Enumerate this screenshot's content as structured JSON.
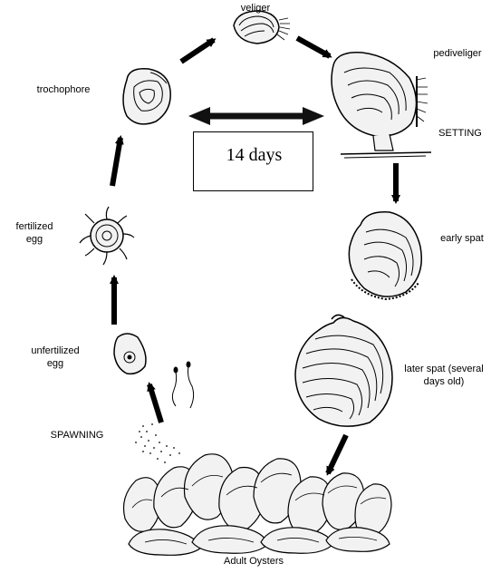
{
  "stages": {
    "veliger": "veliger",
    "pediveliger": "pediveliger",
    "trochophore": "trochophore",
    "setting": "SETTING",
    "fertilized_egg": "fertilized egg",
    "early_spat": "early spat",
    "unfertilized_egg": "unfertilized egg",
    "later_spat": "later spat (several days old)",
    "spawning": "SPAWNING",
    "adult_oysters": "Adult Oysters"
  },
  "duration": "14 days",
  "colors": {
    "ink": "#000000",
    "background": "#ffffff",
    "shell_fill": "#f2f2f2"
  }
}
